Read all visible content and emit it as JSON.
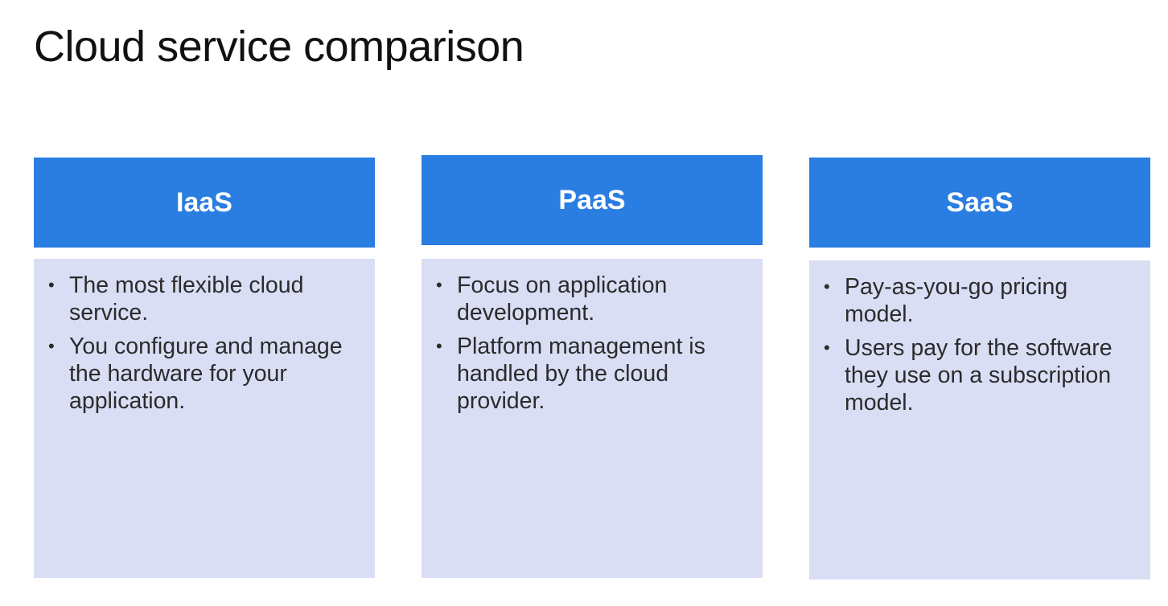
{
  "title": "Cloud service comparison",
  "colors": {
    "header_bg": "#2a7de1",
    "body_bg": "#d9def5",
    "header_text": "#ffffff",
    "body_text": "#2b2b2b"
  },
  "columns": [
    {
      "heading": "IaaS",
      "bullets": [
        "The most flexible cloud service.",
        "You configure and manage the hardware for your application."
      ]
    },
    {
      "heading": "PaaS",
      "bullets": [
        "Focus on application development.",
        "Platform management is handled by the cloud provider."
      ]
    },
    {
      "heading": "SaaS",
      "bullets": [
        "Pay-as-you-go pricing model.",
        "Users pay for the software they use on a subscription model."
      ]
    }
  ]
}
